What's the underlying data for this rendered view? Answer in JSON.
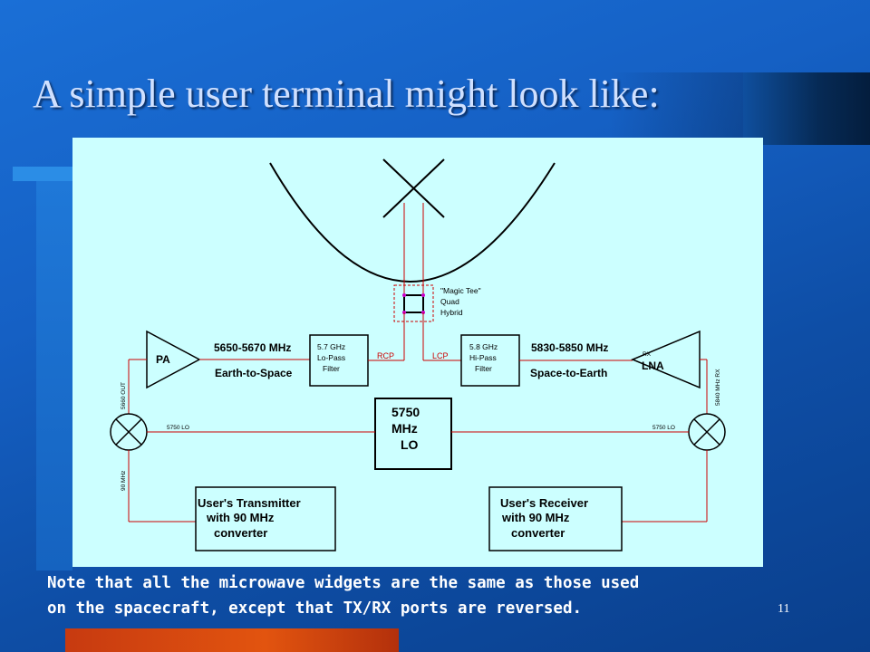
{
  "slide": {
    "title": "A simple user terminal might look like:",
    "note_line1": "Note that all the microwave widgets are the same as those used",
    "note_line2": "on the spacecraft, except that TX/RX ports are reversed.",
    "page_number": "11"
  },
  "diagram": {
    "magic_tee_label": [
      "\"Magic Tee\"",
      "Quad",
      "Hybrid"
    ],
    "pa_label": "PA",
    "lna_label": "LNA",
    "lna_rx_label": "RX",
    "tx_band": "5650-5670 MHz",
    "tx_direction": "Earth-to-Space",
    "rx_band": "5830-5850 MHz",
    "rx_direction": "Space-to-Earth",
    "lowpass_filter": [
      "5.7 GHz",
      "Lo-Pass",
      "Filter"
    ],
    "hipass_filter": [
      "5.8 GHz",
      "Hi-Pass",
      "Filter"
    ],
    "rcp_label": "RCP",
    "lcp_label": "LCP",
    "lo_box": [
      "5750",
      "MHz",
      "LO"
    ],
    "lo_left_label": "5750 LO",
    "lo_right_label": "5750 LO",
    "tx_out_label": "5660 OUT",
    "tx_if_label": "90 MHz",
    "rx_rf_label": "5840 MHz RX",
    "transmitter_box": [
      "User's Transmitter",
      "with 90 MHz",
      "converter"
    ],
    "receiver_box": [
      "User's Receiver",
      "with 90 MHz",
      "converter"
    ],
    "colors": {
      "background": "#ccffff",
      "signal_line": "#cc0000",
      "magic_tee_outline": "#cc00cc"
    }
  }
}
